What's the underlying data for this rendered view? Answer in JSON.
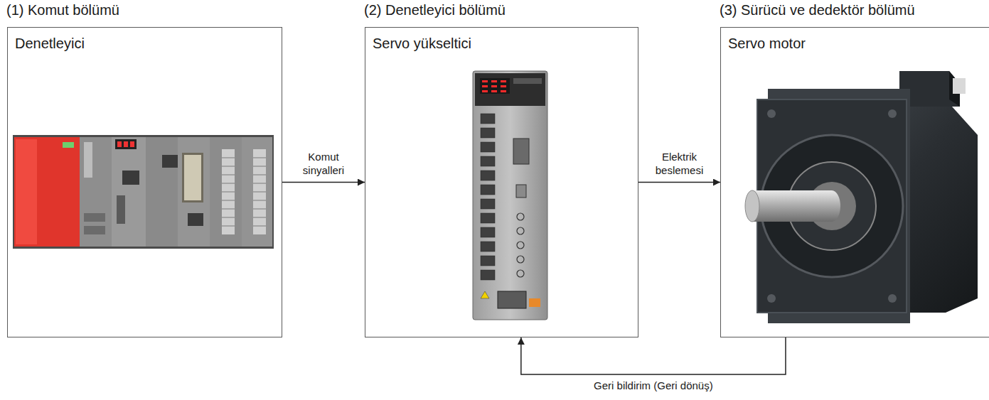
{
  "diagram": {
    "nodes": [
      {
        "text": [
          "(1) Komut bölümü",
          "Denetleyici"
        ]
      },
      {
        "text": [
          "(2) Denetleyici bölümü",
          "Servo yükseltici"
        ]
      },
      {
        "text": [
          "(3) Sürücü ve dedektör bölümü",
          "Servo motor"
        ]
      }
    ],
    "edges": [
      {
        "from": 0,
        "to": 1,
        "arrow": "to",
        "label": "Komut sinyalleri"
      },
      {
        "from": 1,
        "to": 2,
        "arrow": "to",
        "label": "Elektrik beslemesi"
      },
      {
        "from": 2,
        "to": 1,
        "arrow": "to",
        "label": "Geri bildirim (Geri dönüş)"
      }
    ]
  }
}
